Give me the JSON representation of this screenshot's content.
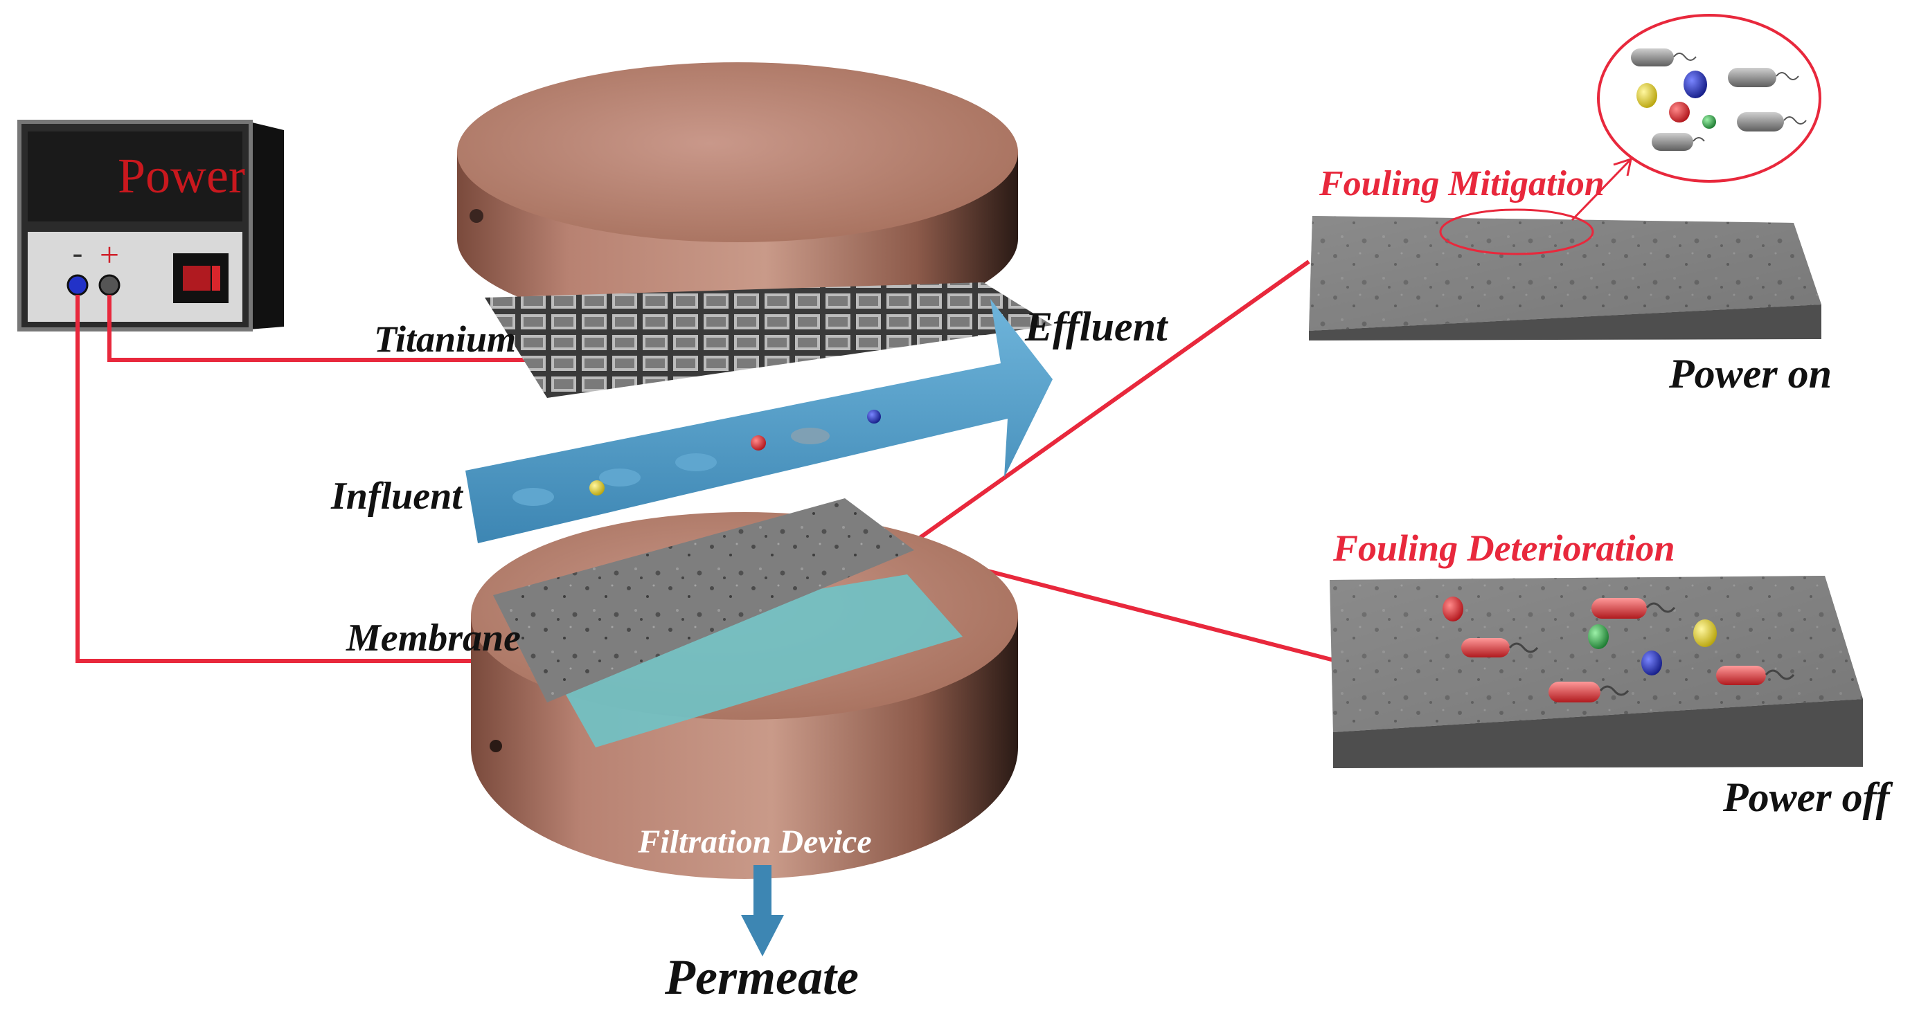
{
  "power_supply": {
    "display_label": "Power",
    "minus_label": "-",
    "plus_label": "+"
  },
  "labels": {
    "titanium": "Titanium",
    "effluent": "Effluent",
    "influent": "Influent",
    "membrane": "Membrane",
    "filtration_device": "Filtration Device",
    "permeate": "Permeate",
    "fouling_mitigation": "Fouling Mitigation",
    "power_on": "Power on",
    "fouling_deterioration": "Fouling Deterioration",
    "power_off": "Power off"
  },
  "colors": {
    "wire": "#e8283c",
    "cylinder": "#c08a78",
    "cylinder_dark": "#5a3a30",
    "flow_arrow": "#4a9ac4",
    "membrane_support": "#6fc3c6",
    "panel_surface": "#8d8d8d",
    "highlight_text": "#e8283c",
    "label_text": "#111111",
    "foulant_red": "#d8262c",
    "foulant_yellow": "#e3d21e",
    "foulant_blue": "#1f2ab0",
    "foulant_green": "#2fa84a",
    "bacteria_gray": "#8a8a8a"
  }
}
